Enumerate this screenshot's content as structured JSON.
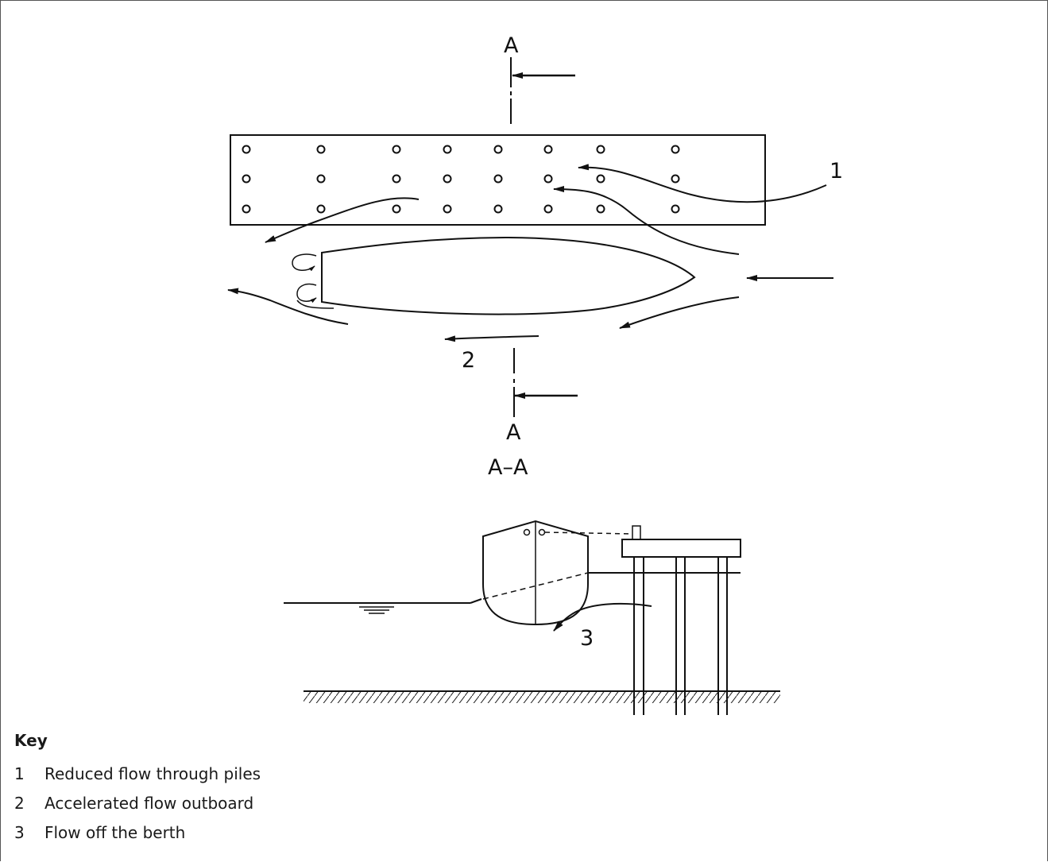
{
  "figure": {
    "section_letter_top": "A",
    "section_letter_bottom": "A",
    "section_title": "A–A",
    "callout_1": "1",
    "callout_2": "2",
    "callout_3": "3"
  },
  "key": {
    "title": "Key",
    "items": [
      {
        "num": "1",
        "text": "Reduced flow through piles"
      },
      {
        "num": "2",
        "text": "Accelerated flow outboard"
      },
      {
        "num": "3",
        "text": "Flow off the berth"
      }
    ]
  }
}
